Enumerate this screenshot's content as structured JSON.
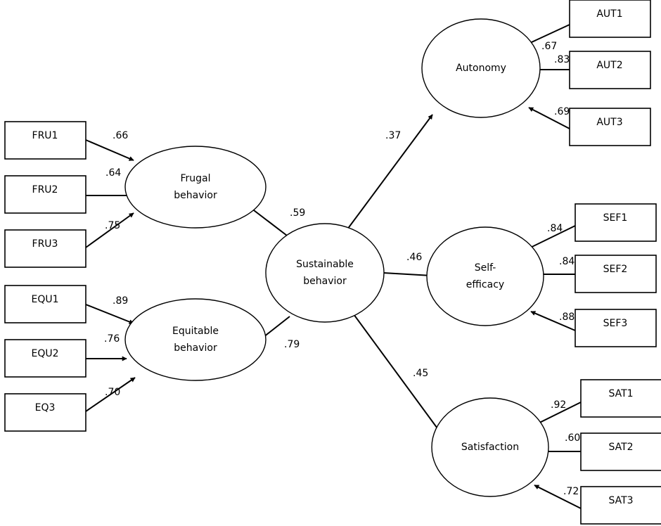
{
  "latents": {
    "frugal": [
      "Frugal",
      "behavior"
    ],
    "equitable": [
      "Equitable",
      "behavior"
    ],
    "sustainable": [
      "Sustainable",
      "behavior"
    ],
    "autonomy": [
      "Autonomy"
    ],
    "self_efficacy": [
      "Self-",
      "efficacy"
    ],
    "satisfaction": [
      "Satisfaction"
    ]
  },
  "indicators": {
    "frugal": [
      {
        "label": "FRU1",
        "loading": ".66"
      },
      {
        "label": "FRU2",
        "loading": ".64"
      },
      {
        "label": "FRU3",
        "loading": ".75"
      }
    ],
    "equitable": [
      {
        "label": "EQU1",
        "loading": ".89"
      },
      {
        "label": "EQU2",
        "loading": ".76"
      },
      {
        "label": "EQ3",
        "loading": ".70"
      }
    ],
    "autonomy": [
      {
        "label": "AUT1",
        "loading": ".67"
      },
      {
        "label": "AUT2",
        "loading": ".83"
      },
      {
        "label": "AUT3",
        "loading": ".69"
      }
    ],
    "self_efficacy": [
      {
        "label": "SEF1",
        "loading": ".84"
      },
      {
        "label": "SEF2",
        "loading": ".84"
      },
      {
        "label": "SEF3",
        "loading": ".88"
      }
    ],
    "satisfaction": [
      {
        "label": "SAT1",
        "loading": ".92"
      },
      {
        "label": "SAT2",
        "loading": ".60"
      },
      {
        "label": "SAT3",
        "loading": ".72"
      }
    ]
  },
  "paths": {
    "frugal": ".59",
    "equitable": ".79",
    "autonomy": ".37",
    "self_efficacy": ".46",
    "satisfaction": ".45"
  }
}
